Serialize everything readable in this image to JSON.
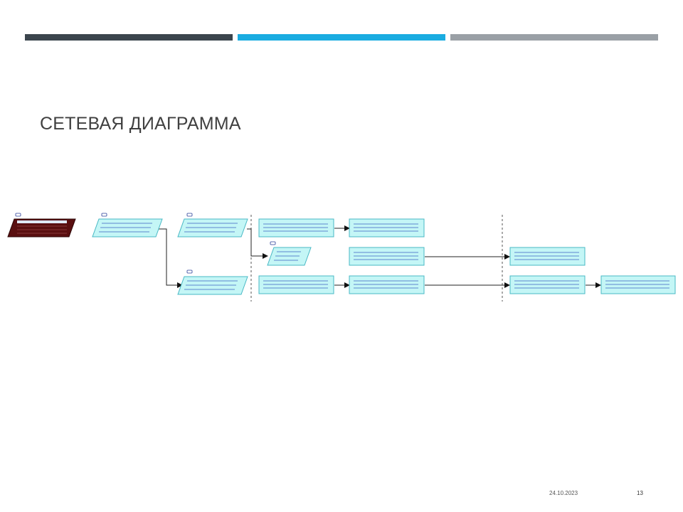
{
  "slide": {
    "title": "СЕТЕВАЯ ДИАГРАММА",
    "date": "24.10.2023",
    "page_number": "13"
  },
  "colors": {
    "bar_dark": "#3b454d",
    "bar_blue": "#1aace1",
    "bar_gray": "#9aa0a6",
    "task_fill": "#c4f6f6",
    "task_border": "#48b8c4",
    "task_line": "#3c5fc0",
    "summary_fill": "#5a0f10"
  }
}
